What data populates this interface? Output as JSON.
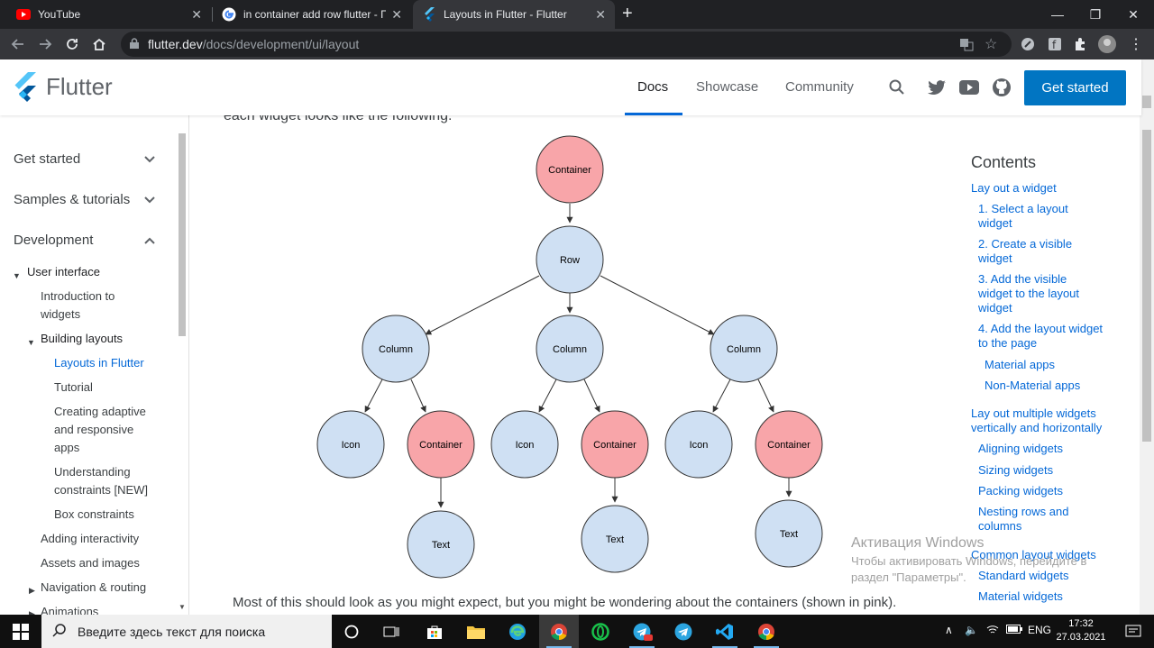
{
  "browser": {
    "tabs": [
      {
        "title": "YouTube",
        "icon": "youtube-icon",
        "active": false
      },
      {
        "title": "in container add row flutter - По",
        "icon": "google-icon",
        "active": false
      },
      {
        "title": "Layouts in Flutter - Flutter",
        "icon": "flutter-icon",
        "active": true
      }
    ],
    "url_host": "flutter.dev",
    "url_path": "/docs/development/ui/layout"
  },
  "site": {
    "logo_text": "Flutter",
    "nav": [
      "Docs",
      "Showcase",
      "Community"
    ],
    "active_nav": "Docs",
    "cta": "Get started",
    "brand_color": "#0175c2"
  },
  "sidebar": {
    "top": [
      "Get started",
      "Samples & tutorials",
      "Development"
    ],
    "user_interface": "User interface",
    "intro": [
      "Introduction to",
      "widgets"
    ],
    "building_layouts": "Building layouts",
    "layouts_in_flutter": "Layouts in Flutter",
    "tutorial": "Tutorial",
    "adaptive": [
      "Creating adaptive",
      "and responsive",
      "apps"
    ],
    "constraints": [
      "Understanding",
      "constraints [NEW]"
    ],
    "box_constraints": "Box constraints",
    "adding_interactivity": "Adding interactivity",
    "assets": "Assets and images",
    "navigation": "Navigation & routing",
    "animations": "Animations"
  },
  "diagram": {
    "root": "Container",
    "row": "Row",
    "column": "Column",
    "icon": "Icon",
    "container": "Container",
    "text": "Text",
    "pink": "#f8a5a9",
    "blue": "#cfe0f3"
  },
  "content": {
    "paragraph": "Most of this should look as you might expect, but you might be wondering about the containers (shown in pink).",
    "cut_text": "each widget looks like the following:"
  },
  "toc": {
    "title": "Contents",
    "lay_out": "Lay out a widget",
    "s1": [
      "1. Select a layout",
      "widget"
    ],
    "s2": [
      "2. Create a visible",
      "widget"
    ],
    "s3": [
      "3. Add the visible",
      "widget to the layout",
      "widget"
    ],
    "s4": [
      "4. Add the layout widget",
      "to the page"
    ],
    "material": "Material apps",
    "non_material": "Non-Material apps",
    "multiple": [
      "Lay out multiple widgets",
      "vertically and horizontally"
    ],
    "aligning": "Aligning widgets",
    "sizing": "Sizing widgets",
    "packing": "Packing widgets",
    "nesting": [
      "Nesting rows and",
      "columns"
    ],
    "common": "Common layout widgets",
    "standard": "Standard widgets",
    "material_widgets": "Material widgets"
  },
  "watermark": {
    "line1": "Активация Windows",
    "line2": "Чтобы активировать Windows, перейдите в",
    "line3": "раздел \"Параметры\"."
  },
  "taskbar": {
    "search_placeholder": "Введите здесь текст для поиска",
    "lang": "ENG",
    "time": "17:32",
    "date": "27.03.2021"
  }
}
